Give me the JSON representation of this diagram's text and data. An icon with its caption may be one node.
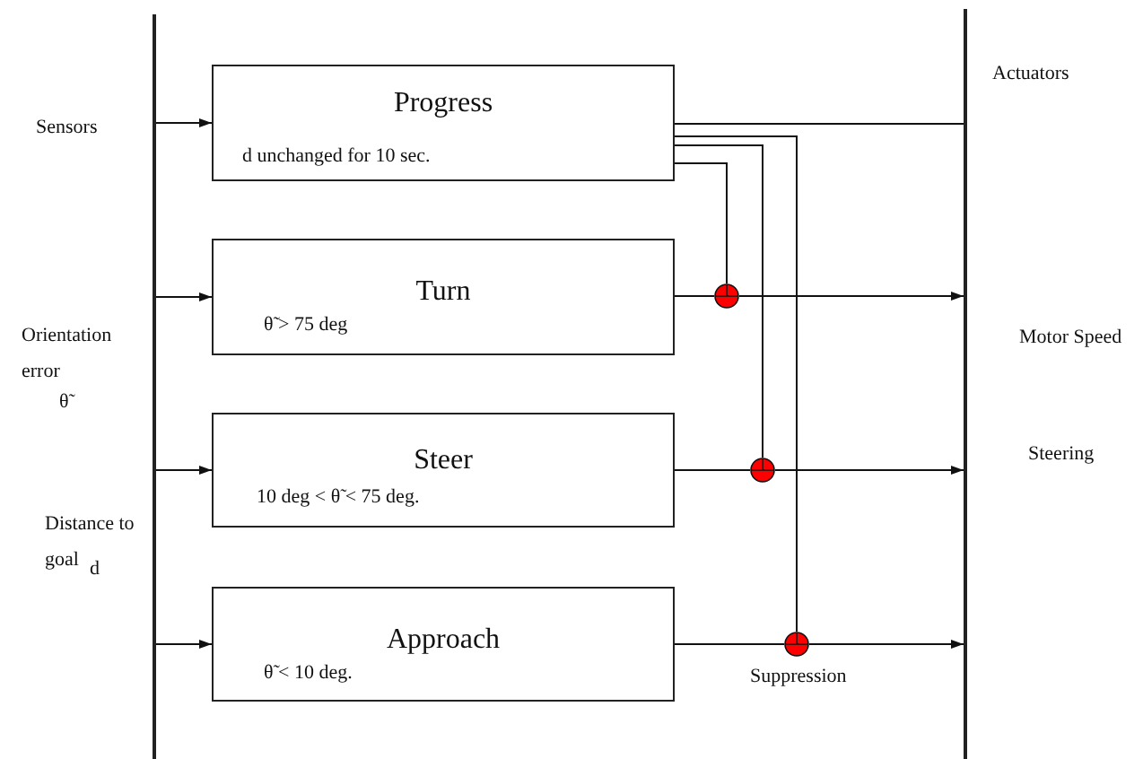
{
  "diagram": {
    "nodes": [
      {
        "text": [],
        "shape": "bar"
      },
      {
        "text": [],
        "shape": "bar"
      },
      {
        "text": [
          "Progress",
          "d unchanged for 10 sec."
        ]
      },
      {
        "text": [
          "Turn",
          "θ̃ > 75 deg"
        ]
      },
      {
        "text": [
          "Steer",
          "10 deg < θ̃ < 75 deg."
        ]
      },
      {
        "text": [
          "Approach",
          "θ̃ < 10 deg."
        ]
      },
      {
        "text": [],
        "shape": "circle"
      },
      {
        "text": [],
        "shape": "circle"
      },
      {
        "text": [],
        "shape": "circle",
        "beside": [
          "Suppression"
        ]
      }
    ],
    "edges": [
      {
        "from": 0,
        "to": 2,
        "arrow": "to"
      },
      {
        "from": 0,
        "to": 3,
        "arrow": "to"
      },
      {
        "from": 0,
        "to": 4,
        "arrow": "to"
      },
      {
        "from": 0,
        "to": 5,
        "arrow": "to"
      },
      {
        "from": 2,
        "to": 1,
        "arrow": "none"
      },
      {
        "from": 2,
        "to": 8,
        "arrow": "none"
      },
      {
        "from": 2,
        "to": 7,
        "arrow": "none"
      },
      {
        "from": 2,
        "to": 6,
        "arrow": "none"
      },
      {
        "from": 3,
        "to": 6,
        "arrow": "none"
      },
      {
        "from": 6,
        "to": 1,
        "arrow": "to"
      },
      {
        "from": 4,
        "to": 7,
        "arrow": "none"
      },
      {
        "from": 7,
        "to": 1,
        "arrow": "to"
      },
      {
        "from": 5,
        "to": 8,
        "arrow": "none"
      },
      {
        "from": 8,
        "to": 1,
        "arrow": "to"
      }
    ],
    "labels": [
      "Sensors",
      "Actuators",
      "Orientation error",
      "θ̃",
      "Motor Speed",
      "Steering",
      "Distance to goal",
      "d"
    ]
  }
}
